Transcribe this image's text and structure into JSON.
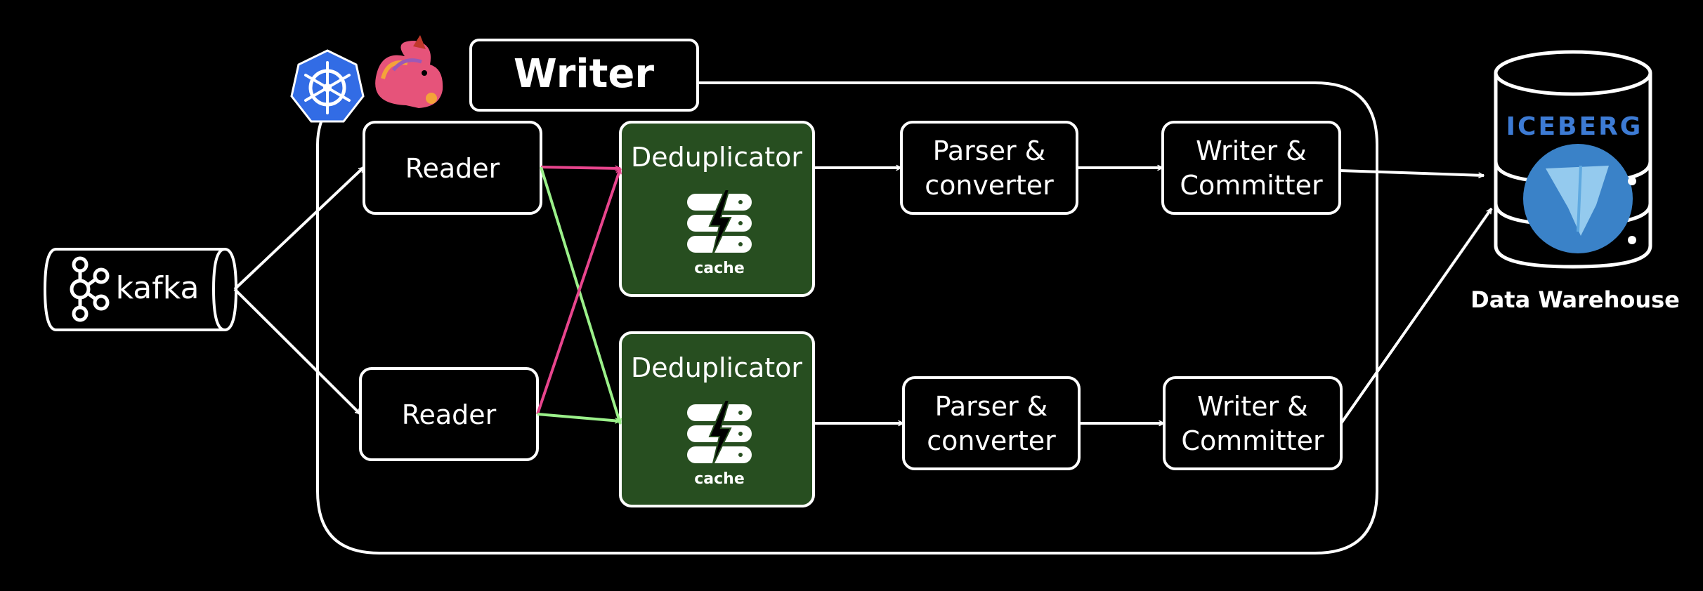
{
  "writer": {
    "title": "Writer"
  },
  "source": {
    "label": "kafka"
  },
  "readers": [
    {
      "label": "Reader"
    },
    {
      "label": "Reader"
    }
  ],
  "dedup": [
    {
      "label": "Deduplicator",
      "cache": "cache"
    },
    {
      "label": "Deduplicator",
      "cache": "cache"
    }
  ],
  "parsers": [
    {
      "line1": "Parser &",
      "line2": "converter"
    },
    {
      "line1": "Parser &",
      "line2": "converter"
    }
  ],
  "committers": [
    {
      "line1": "Writer &",
      "line2": "Committer"
    },
    {
      "line1": "Writer &",
      "line2": "Committer"
    }
  ],
  "warehouse": {
    "brand": "ICEBERG",
    "label": "Data Warehouse"
  },
  "colors": {
    "background": "#000000",
    "stroke": "#ffffff",
    "dedup_fill": "#274e20",
    "kubernetes": "#326ce5",
    "flink_squirrel": "#e6537a",
    "link_pink": "#e8458d",
    "link_green": "#9bf08a",
    "iceberg_text": "#3d7bd4",
    "iceberg_sphere": "#3a82c8"
  },
  "icons": [
    "kubernetes-icon",
    "flink-squirrel-icon",
    "kafka-icon",
    "lightning-database-icon",
    "iceberg-icon"
  ]
}
